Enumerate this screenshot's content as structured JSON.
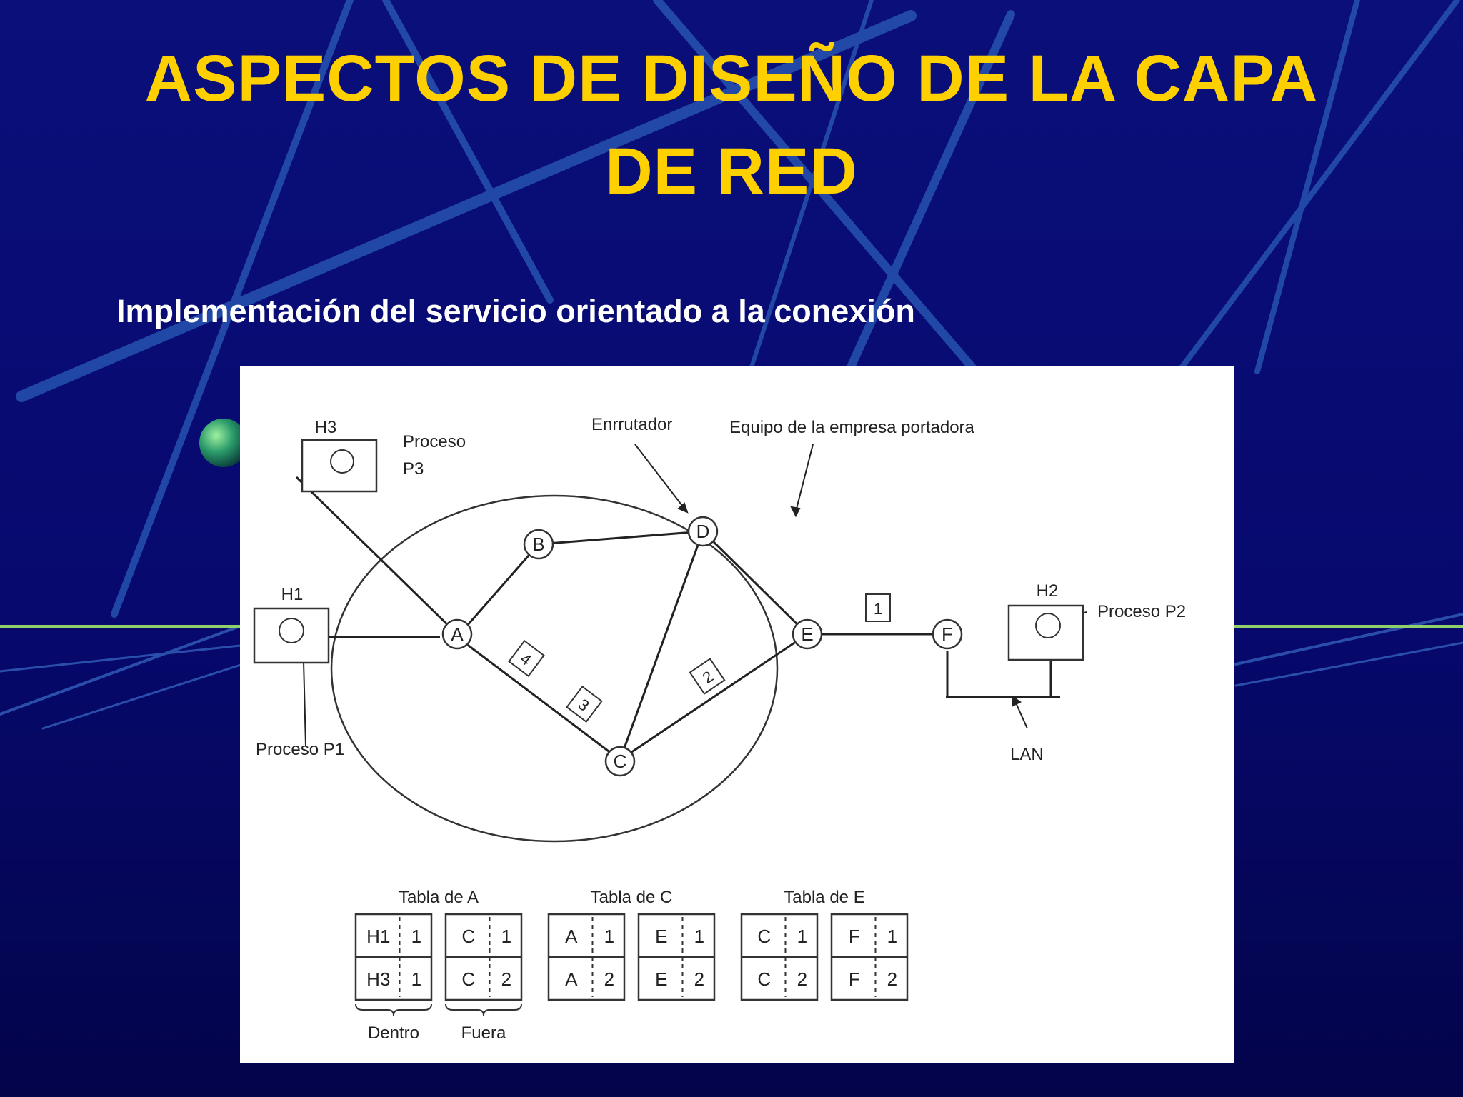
{
  "slide": {
    "title_line1": "ASPECTOS DE DISEÑO DE LA CAPA",
    "title_line2": "DE RED",
    "subtitle": "Implementación del servicio orientado a la conexión"
  },
  "colors": {
    "background": "#06086a",
    "title": "#ffd000",
    "subtitle": "#ffffff",
    "accent_line": "#8fd06a"
  },
  "diagram": {
    "labels": {
      "enrutador": "Enrrutador",
      "carrier": "Equipo de la empresa portadora",
      "lan": "LAN",
      "p1": "Proceso P1",
      "p2": "Proceso P2",
      "p3_line1": "Proceso",
      "p3_line2": "P3"
    },
    "hosts": {
      "h1": "H1",
      "h2": "H2",
      "h3": "H3"
    },
    "routers": {
      "a": "A",
      "b": "B",
      "c": "C",
      "d": "D",
      "e": "E",
      "f": "F"
    },
    "packets": {
      "p1": "1",
      "p2": "2",
      "p3": "3",
      "p4": "4"
    },
    "tables": {
      "a": {
        "title": "Tabla de A",
        "in": [
          [
            "H1",
            "1"
          ],
          [
            "H3",
            "1"
          ]
        ],
        "out": [
          [
            "C",
            "1"
          ],
          [
            "C",
            "2"
          ]
        ]
      },
      "c": {
        "title": "Tabla de C",
        "in": [
          [
            "A",
            "1"
          ],
          [
            "A",
            "2"
          ]
        ],
        "out": [
          [
            "E",
            "1"
          ],
          [
            "E",
            "2"
          ]
        ]
      },
      "e": {
        "title": "Tabla de E",
        "in": [
          [
            "C",
            "1"
          ],
          [
            "C",
            "2"
          ]
        ],
        "out": [
          [
            "F",
            "1"
          ],
          [
            "F",
            "2"
          ]
        ]
      }
    },
    "brace_labels": {
      "in": "Dentro",
      "out": "Fuera"
    }
  }
}
